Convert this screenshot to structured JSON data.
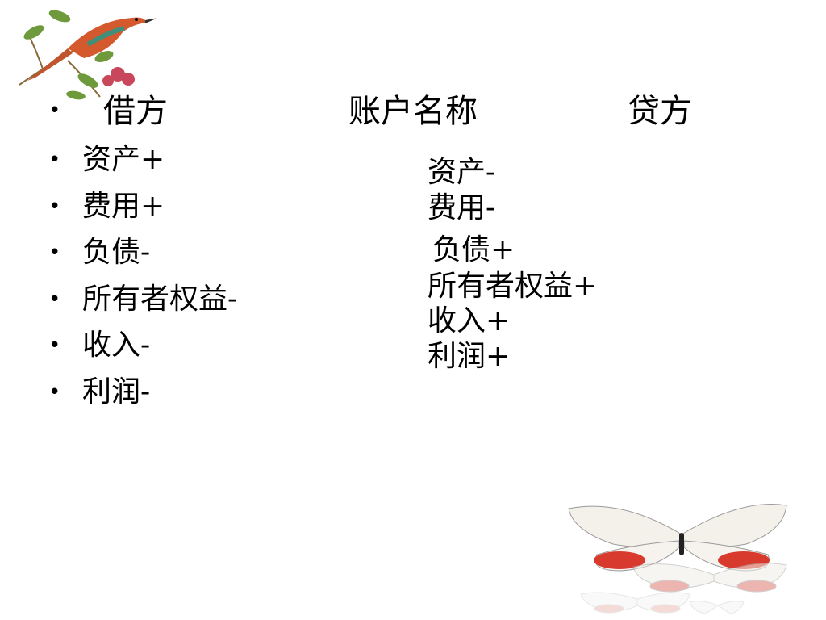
{
  "header": {
    "debit": "借方",
    "account_name": "账户名称",
    "credit": "贷方"
  },
  "debit_items": [
    "资产+",
    "费用+",
    "负债-",
    "所有者权益-",
    "收入-",
    "利润-"
  ],
  "credit_items": [
    "资产-",
    "费用-",
    "负债+",
    "所有者权益+",
    "收入+",
    "利润+"
  ],
  "bullet_symbol": "•",
  "decorations": [
    "bird-on-branch-illustration",
    "butterflies-illustration"
  ]
}
